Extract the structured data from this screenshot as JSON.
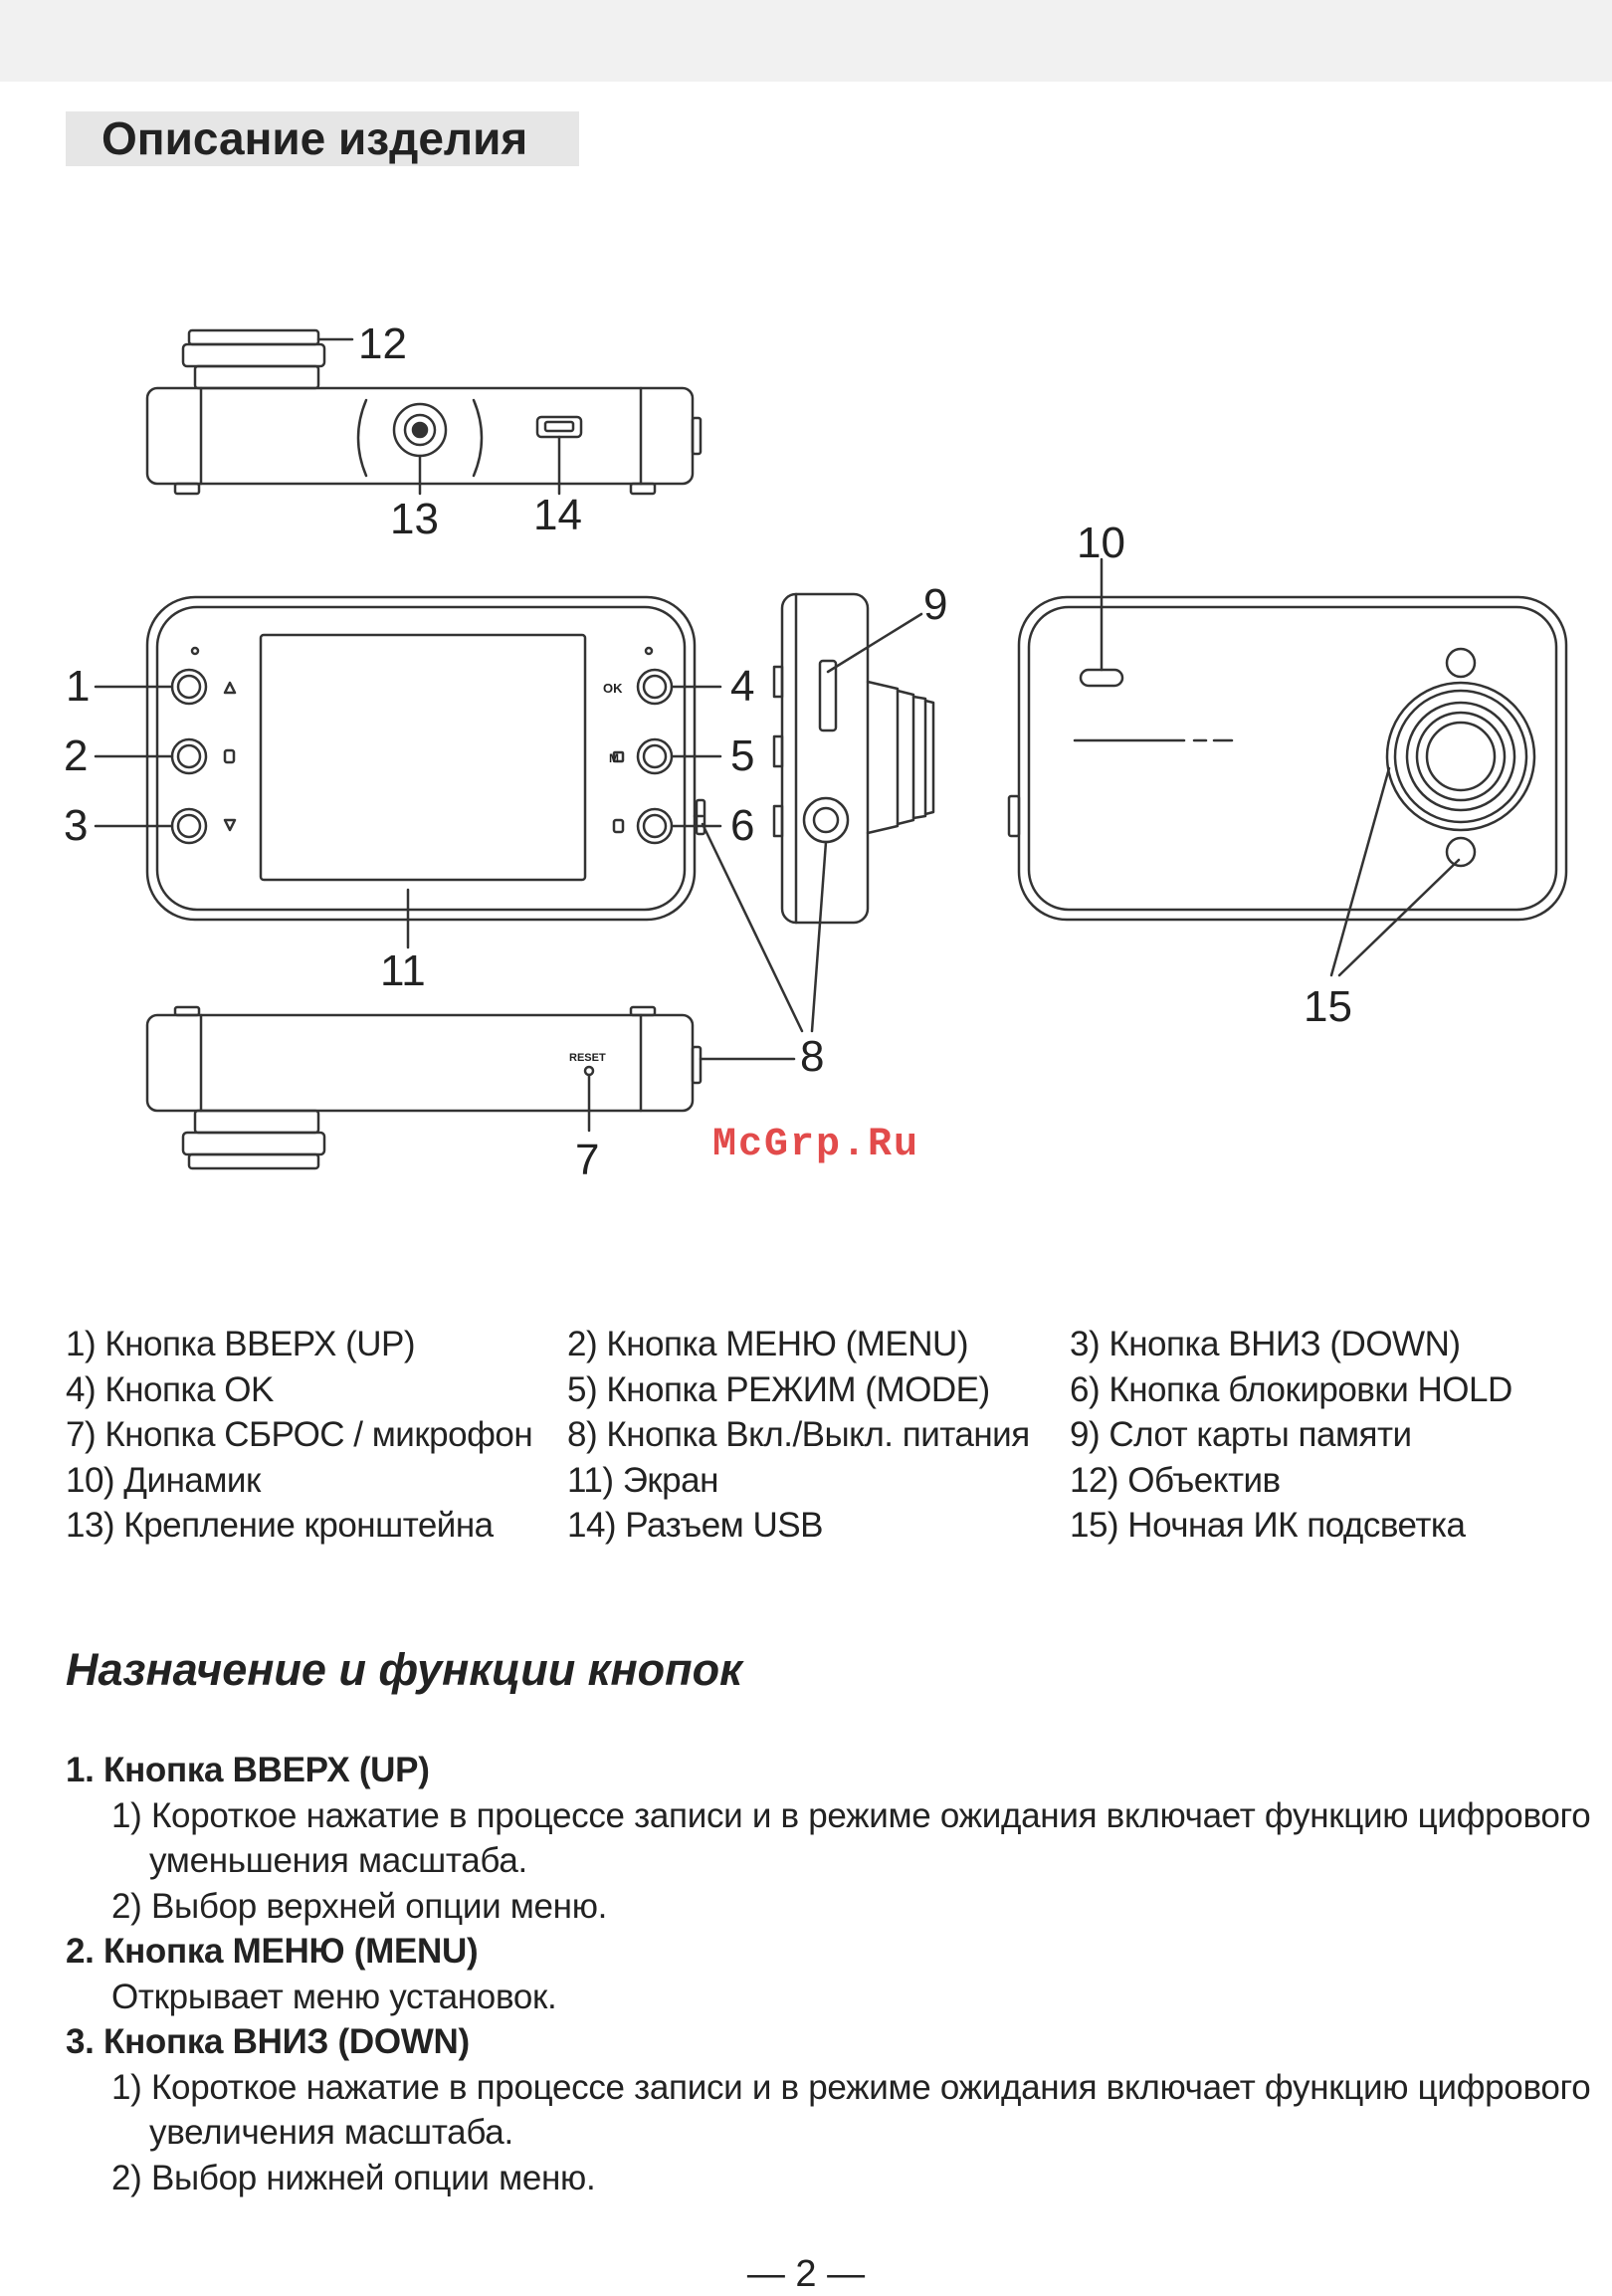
{
  "header": {
    "section_title": "Описание изделия"
  },
  "diagram": {
    "callouts": [
      "1",
      "2",
      "3",
      "4",
      "5",
      "6",
      "7",
      "8",
      "9",
      "10",
      "11",
      "12",
      "13",
      "14",
      "15"
    ],
    "side_labels": {
      "reset": "RESET",
      "ok": "OK",
      "mode": "M"
    }
  },
  "watermark": "McGrp.Ru",
  "legend": {
    "rows": [
      [
        "1) Кнопка ВВЕРХ (UP)",
        "2) Кнопка МЕНЮ (MENU)",
        "3) Кнопка ВНИЗ (DOWN)"
      ],
      [
        "4) Кнопка OK",
        "5) Кнопка РЕЖИМ (MODE)",
        "6) Кнопка блокировки HOLD"
      ],
      [
        "7) Кнопка СБРОС / микрофон",
        "8) Кнопка Вкл./Выкл. питания",
        "9) Слот карты памяти"
      ],
      [
        "10) Динамик",
        "11) Экран",
        "12) Объектив"
      ],
      [
        "13) Крепление кронштейна",
        "14) Разъем USB",
        "15) Ночная ИК подсветка"
      ]
    ]
  },
  "functions": {
    "title": "Назначение и функции кнопок",
    "lines": [
      {
        "style": "head",
        "text": "1. Кнопка ВВЕРХ (UP)"
      },
      {
        "style": "l1",
        "text": "1) Короткое нажатие в процессе записи и в режиме ожидания включает функцию цифрового"
      },
      {
        "style": "l2",
        "text": "уменьшения масштаба."
      },
      {
        "style": "l1",
        "text": "2) Выбор верхней опции меню."
      },
      {
        "style": "head",
        "text": "2. Кнопка МЕНЮ (MENU)"
      },
      {
        "style": "l1",
        "text": "Открывает меню установок."
      },
      {
        "style": "head",
        "text": "3. Кнопка ВНИЗ (DOWN)"
      },
      {
        "style": "l1",
        "text": "1) Короткое нажатие в процессе записи и в режиме ожидания включает функцию цифрового"
      },
      {
        "style": "l2",
        "text": "увеличения масштаба."
      },
      {
        "style": "l1",
        "text": "2) Выбор нижней опции меню."
      }
    ]
  },
  "footer": {
    "page_number": "— 2 —"
  }
}
